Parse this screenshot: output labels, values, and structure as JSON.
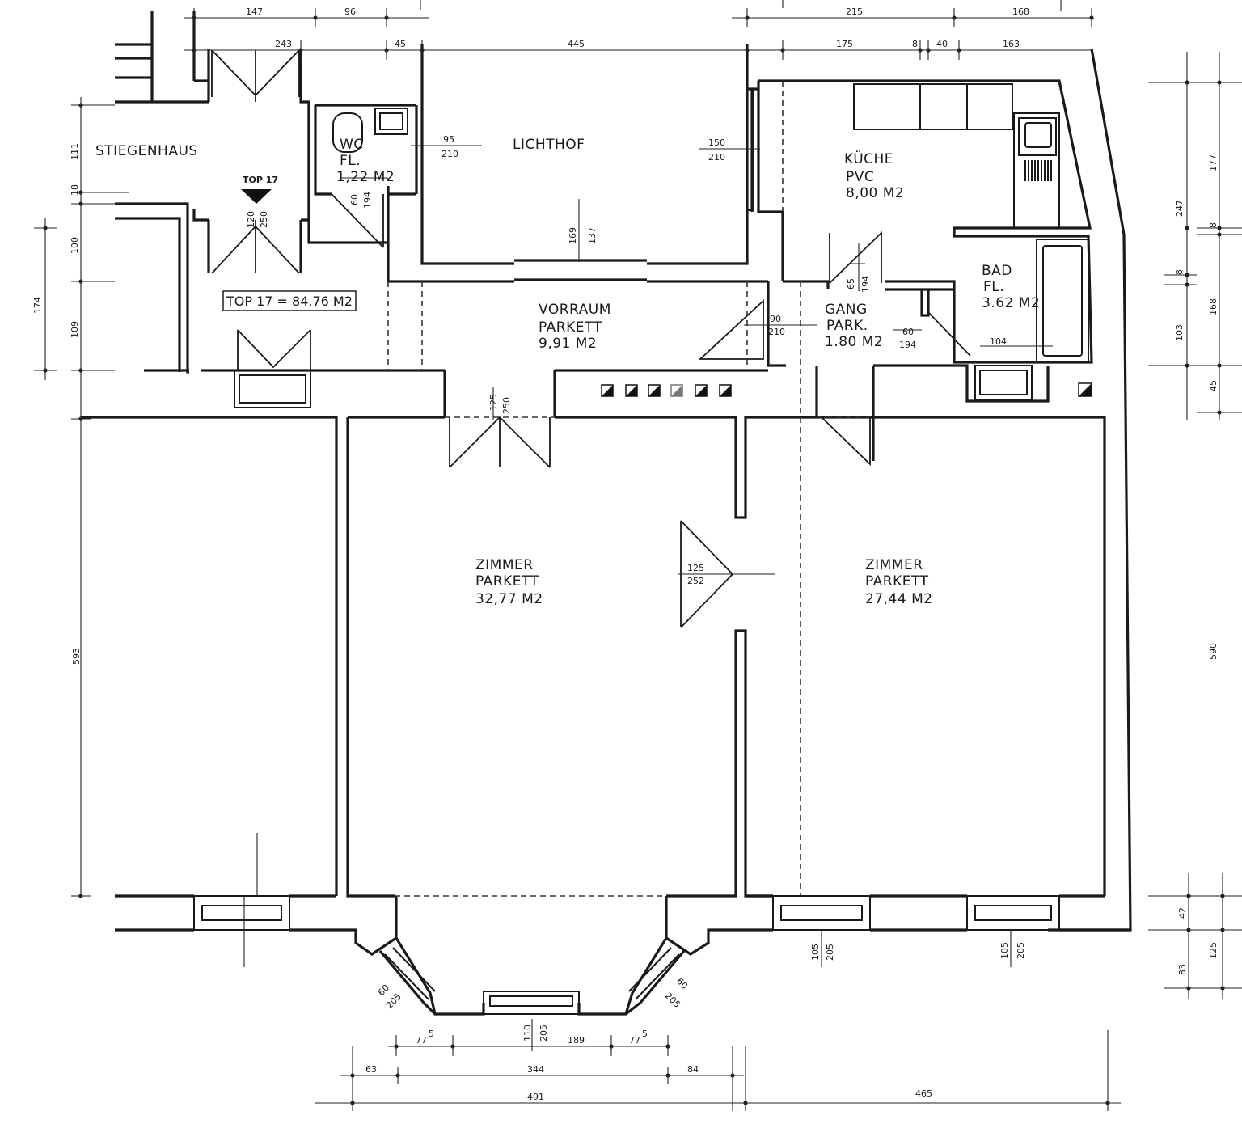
{
  "rooms": {
    "stiegenhaus": "STIEGENHAUS",
    "top_marker": "TOP 17",
    "top_total": "TOP 17 = 84,76 M2",
    "wc": {
      "name": "WC",
      "floor": "FL.",
      "area": "1,22 M2"
    },
    "lichthof": "LICHTHOF",
    "kueche": {
      "name": "KÜCHE",
      "floor": "PVC",
      "area": "8,00 M2"
    },
    "bad": {
      "name": "BAD",
      "floor": "FL.",
      "area": "3.62 M2"
    },
    "vorraum": {
      "name": "VORRAUM",
      "floor": "PARKETT",
      "area": "9,91 M2"
    },
    "gang": {
      "name": "GANG",
      "floor": "PARK.",
      "area": "1.80 M2"
    },
    "zimmer_left": {
      "name": "ZIMMER",
      "floor": "PARKETT",
      "area": "32,77 M2"
    },
    "zimmer_right": {
      "name": "ZIMMER",
      "floor": "PARKETT",
      "area": "27,44 M2"
    }
  },
  "dimensions": {
    "top": [
      "147",
      "96",
      "243",
      "45",
      "445",
      "215",
      "168",
      "175",
      "8",
      "40",
      "163"
    ],
    "left": [
      "111",
      "18",
      "100",
      "109",
      "174",
      "593"
    ],
    "right": [
      "247",
      "177",
      "8",
      "8",
      "168",
      "103",
      "45",
      "590",
      "42",
      "125",
      "83"
    ],
    "bottom": [
      "77",
      "5",
      "189",
      "77",
      "5",
      "63",
      "344",
      "84",
      "491",
      "465"
    ],
    "doors": {
      "wc_door_w": "60",
      "wc_door_h": "194",
      "lichthof_left_w": "95",
      "lichthof_left_h": "210",
      "lichthof_right_w": "150",
      "lichthof_right_h": "210",
      "entry_w": "120",
      "entry_h": "250",
      "lichthof_win_w": "169",
      "lichthof_win_h": "137",
      "gang_w": "90",
      "gang_h": "210",
      "kueche_door_w": "65",
      "kueche_door_h": "194",
      "bad_door_w": "60",
      "bad_door_h": "194",
      "bad_width": "104",
      "vorraum_door_w": "125",
      "vorraum_door_h": "250",
      "zimmer_door_w": "125",
      "zimmer_door_h": "252",
      "bay_win_l_w": "60",
      "bay_win_l_h": "205",
      "bay_win_r_w": "60",
      "bay_win_r_h": "205",
      "bay_center_w": "110",
      "bay_center_h": "205",
      "win_r1_w": "105",
      "win_r1_h": "205",
      "win_r2_w": "105",
      "win_r2_h": "205"
    }
  }
}
